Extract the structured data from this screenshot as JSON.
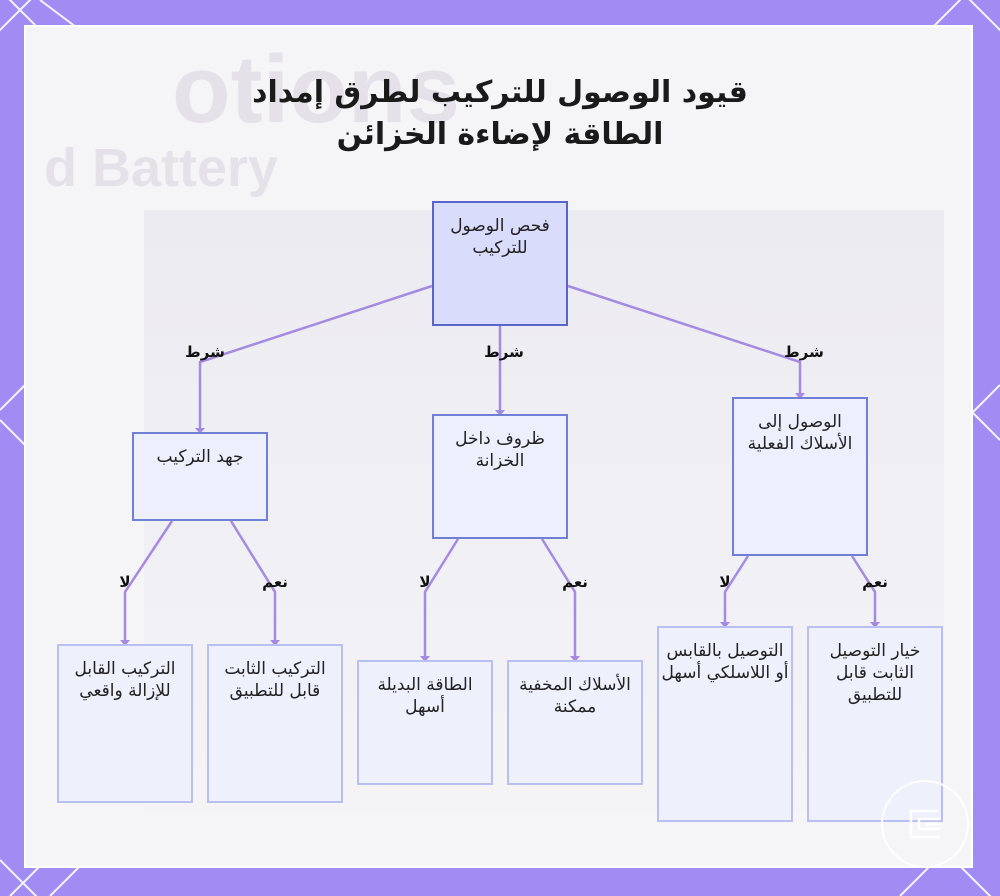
{
  "title": {
    "line1": "قيود الوصول للتركيب لطرق إمداد",
    "line2": "الطاقة لإضاءة الخزائن"
  },
  "background_text": {
    "line1": "otions",
    "line2": "d Battery"
  },
  "colors": {
    "frame": "#a08cf3",
    "edge": "#a28be0",
    "root_fill": "#d9dcfb",
    "root_border": "#5a65c9",
    "mid_border": "#6f7fd6",
    "leaf_border": "#b9bff0"
  },
  "nodes": {
    "root": "فحص الوصول للتركيب",
    "wires": "الوصول إلى الأسلاك الفعلية",
    "conditions": "ظروف داخل الخزانة",
    "effort": "جهد التركيب",
    "hardwire_option": "خيار التوصيل الثابت قابل للتطبيق",
    "plugin_easier": "التوصيل بالقابس أو اللاسلكي أسهل",
    "hidden_wires": "الأسلاك المخفية ممكنة",
    "battery_easier": "الطاقة البديلة أسهل",
    "fixed_applicable": "التركيب الثابت قابل للتطبيق",
    "removable_realistic": "التركيب القابل للإزالة واقعي"
  },
  "edge_labels": {
    "condition": "شرط",
    "yes": "نعم",
    "no": "لا"
  },
  "logo": {
    "icon": "brand-logo-icon"
  }
}
